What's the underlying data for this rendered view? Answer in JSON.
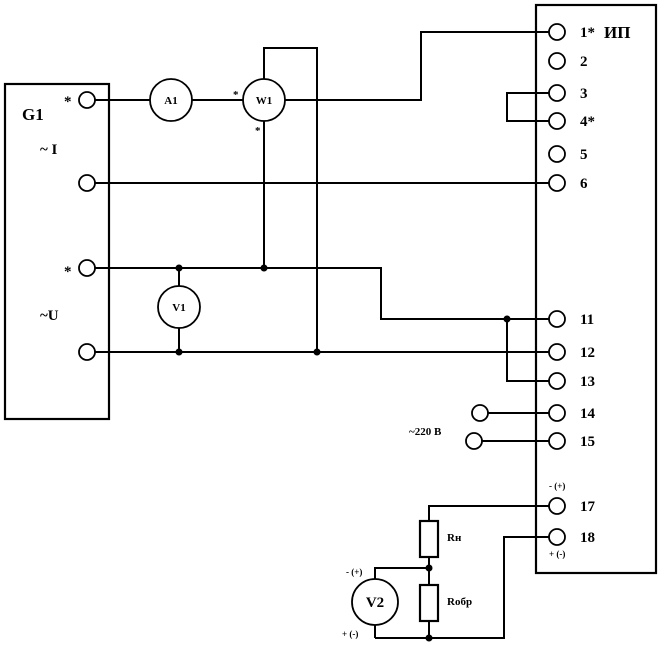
{
  "generator": {
    "name": "G1",
    "current_label": "~ I",
    "voltage_label": "~U",
    "polarity_mark": "*"
  },
  "instruments": {
    "ammeter": "A1",
    "wattmeter": "W1",
    "voltmeter1": "V1",
    "voltmeter2": "V2"
  },
  "device": {
    "name": "ИП",
    "terminals": [
      "1*",
      "2",
      "3",
      "4*",
      "5",
      "6",
      "11",
      "12",
      "13",
      "14",
      "15",
      "17",
      "18"
    ],
    "supply_label": "~220 В",
    "pol_17": "- (+)",
    "pol_18": "+ (-)"
  },
  "resistors": {
    "load": "Rн",
    "feedback": "Rобр"
  },
  "v2_polarity": {
    "top": "- (+)",
    "bottom": "+ (-)"
  }
}
